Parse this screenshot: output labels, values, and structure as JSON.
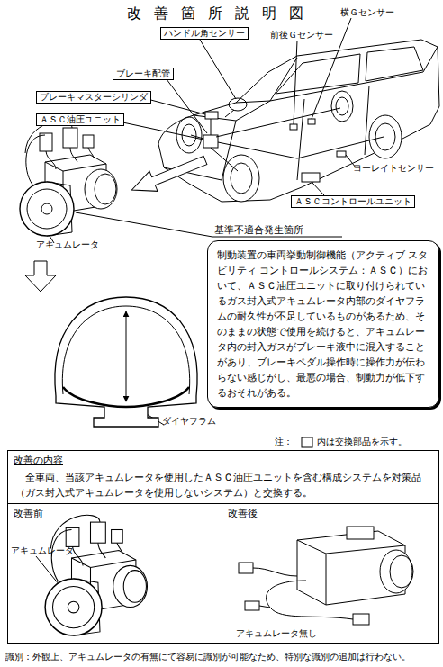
{
  "diagram": {
    "title": "改善箇所説明図",
    "nodes": [
      {
        "text": [
          "ハンドル角センサー"
        ]
      },
      {
        "text": [
          "ブレーキ配管"
        ]
      },
      {
        "text": [
          "ブレーキマスターシリンダ"
        ]
      },
      {
        "text": [
          "ＡＳＣ油圧ユニット"
        ]
      },
      {
        "text": [
          "ＡＳＣコントロールユニット"
        ]
      },
      {
        "text": [
          "制動装置の車両挙動制御機能（アクティブ スタビリティ コントロールシステム：ＡＳＣ）において、ＡＳＣ油圧ユニットに取り付けられているガス封入式アキュムレータ内部のダイヤフラムの耐久性が不足しているものがあるため、そのままの状態で使用を続けると、アキュムレータ内の封入ガスがブレーキ液中に混入することがあり、ブレーキペダル操作時に操作力が伝わらない感じがし、最悪の場合、制動力が低下するおそれがある。"
        ]
      },
      {
        "text": [
          "改善の内容",
          "全車両、当該アキュムレータを使用したＡＳＣ油圧ユニットを含む構成システムを対策品（ガス封入式アキュムレータを使用しないシステム）と交換する。"
        ]
      },
      {
        "text": [
          "改善前"
        ],
        "in": 6
      },
      {
        "text": [
          "改善後"
        ],
        "in": 6
      }
    ],
    "labels": [
      "横Ｇセンサー",
      "前後Ｇセンサー",
      "ヨーレイトセンサー",
      "基準不適合発生箇所",
      "アキュムレータ",
      "ダイヤフラム",
      "注：",
      "内は交換部品を示す。",
      "アキュムレータ",
      "アキュムレータ無し",
      "識別：外観上、アキュムレータの有無にて容易に識別が可能なため、特別な識別の追加は行わない。"
    ]
  }
}
